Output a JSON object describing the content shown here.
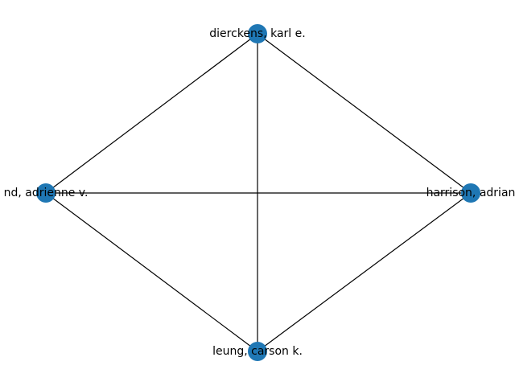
{
  "graph": {
    "node_color": "#1f77b4",
    "edge_color": "#000000",
    "nodes": [
      {
        "id": "dierckens",
        "label": "dierckens, karl e."
      },
      {
        "id": "harrison",
        "label": "harrison, adrian"
      },
      {
        "id": "leung",
        "label": "leung, carson k."
      },
      {
        "id": "adrienne",
        "label": "nd, adrienne v."
      }
    ],
    "edges": [
      [
        "dierckens",
        "adrienne"
      ],
      [
        "dierckens",
        "leung"
      ],
      [
        "dierckens",
        "harrison"
      ],
      [
        "adrienne",
        "harrison"
      ],
      [
        "adrienne",
        "leung"
      ],
      [
        "leung",
        "harrison"
      ]
    ]
  }
}
